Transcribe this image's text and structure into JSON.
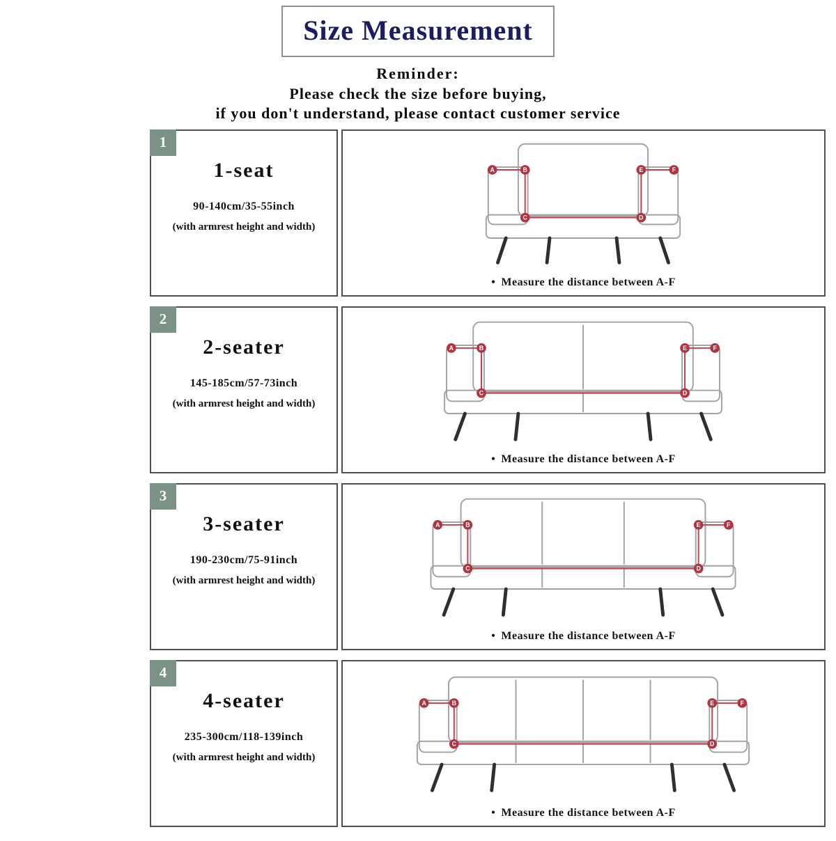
{
  "title": "Size Measurement",
  "reminder": {
    "heading": "Reminder:",
    "line1": "Please check the size before buying,",
    "line2": "if you don't understand, please contact customer service"
  },
  "caption_bullet": "•",
  "measure_points": [
    "A",
    "B",
    "C",
    "D",
    "E",
    "F"
  ],
  "rows": [
    {
      "number": "1",
      "label": "1-seat",
      "size": "90-140cm/35-55inch",
      "note": "(with armrest height and width)",
      "caption": "Measure the distance between A-F"
    },
    {
      "number": "2",
      "label": "2-seater",
      "size": "145-185cm/57-73inch",
      "note": "(with armrest height and width)",
      "caption": "Measure the distance between A-F"
    },
    {
      "number": "3",
      "label": "3-seater",
      "size": "190-230cm/75-91inch",
      "note": "(with armrest height and width)",
      "caption": "Measure the distance between A-F"
    },
    {
      "number": "4",
      "label": "4-seater",
      "size": "235-300cm/118-139inch",
      "note": "(with armrest height and width)",
      "caption": "Measure the distance between A-F"
    }
  ],
  "colors": {
    "title_navy": "#1c1c62",
    "badge_green": "#7b9286",
    "accent_red": "#b03540",
    "sofa_gray": "#a3a3a3"
  }
}
